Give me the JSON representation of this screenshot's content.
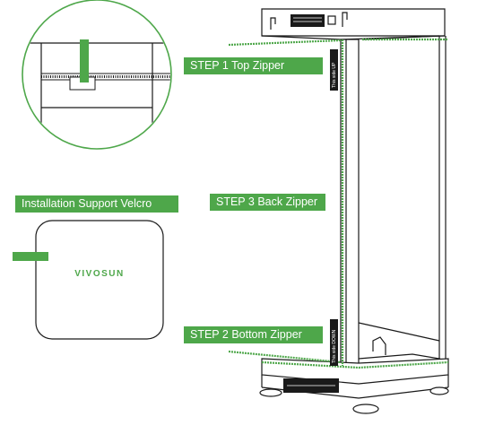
{
  "labels": {
    "step1": "STEP 1  Top Zipper",
    "step2": "STEP 2  Bottom Zipper",
    "step3": "STEP 3  Back Zipper",
    "velcro": "Installation Support Velcro"
  },
  "brand": "VIVOSUN",
  "zipper_tags": {
    "up": "This side UP",
    "down": "This side DOWN"
  },
  "colors": {
    "accent": "#4ea74a",
    "line": "#1a1a1a"
  }
}
